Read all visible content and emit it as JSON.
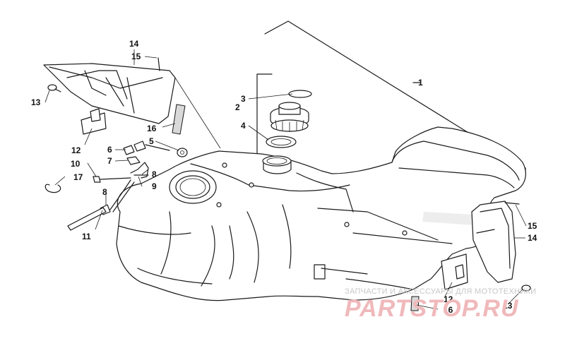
{
  "callouts": {
    "c1": "1",
    "c2": "2",
    "c3": "3",
    "c4": "4",
    "c5": "5",
    "c6": "6",
    "c7": "7",
    "c8a": "8",
    "c8b": "8",
    "c9": "9",
    "c10": "10",
    "c11": "11",
    "c12a": "12",
    "c12b": "12",
    "c13a": "13",
    "c13b": "13",
    "c14a": "14",
    "c14b": "14",
    "c15a": "15",
    "c15b": "15",
    "c16a": "16",
    "c16b": "16",
    "c17": "17"
  },
  "watermark": {
    "subtitle": "ЗАПЧАСТИ И АКСЕССУАРЫ ДЛЯ МОТОТЕХНИКИ",
    "brand": "PARTSTOP.RU"
  }
}
